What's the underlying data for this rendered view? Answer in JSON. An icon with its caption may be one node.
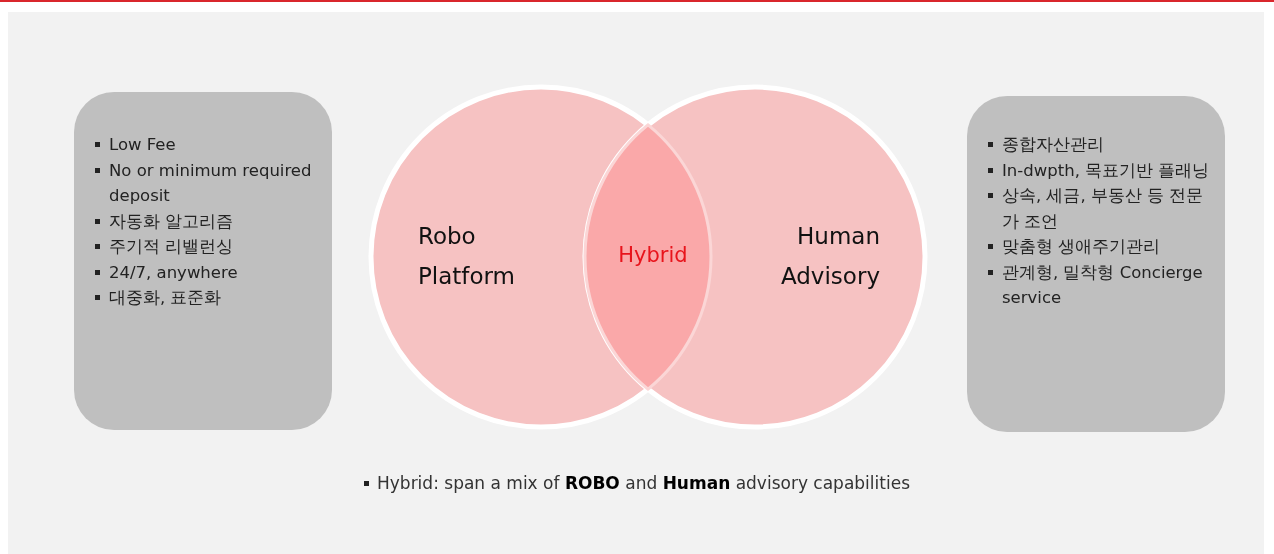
{
  "diagram": {
    "nodes": [
      {
        "text": [
          "Low Fee",
          "No or minimum required deposit",
          "자동화 알고리즘",
          "주기적 리밸런싱",
          "24/7, anywhere",
          "대중화, 표준화"
        ]
      },
      {
        "text": [
          "Robo Platform"
        ]
      },
      {
        "text": [
          "Human Advisory"
        ]
      },
      {
        "text": [
          "종합자산관리",
          "In-dwpth, 목표기반 플래닝",
          "상속, 세금, 부동산 등 전문가 조언",
          "맞춤형 생애주기관리",
          "관계형, 밀착형 Concierge service"
        ]
      }
    ],
    "labels": [
      "Hybrid",
      "Hybrid: span a mix of **ROBO** and **Human** advisory capabilities"
    ]
  }
}
